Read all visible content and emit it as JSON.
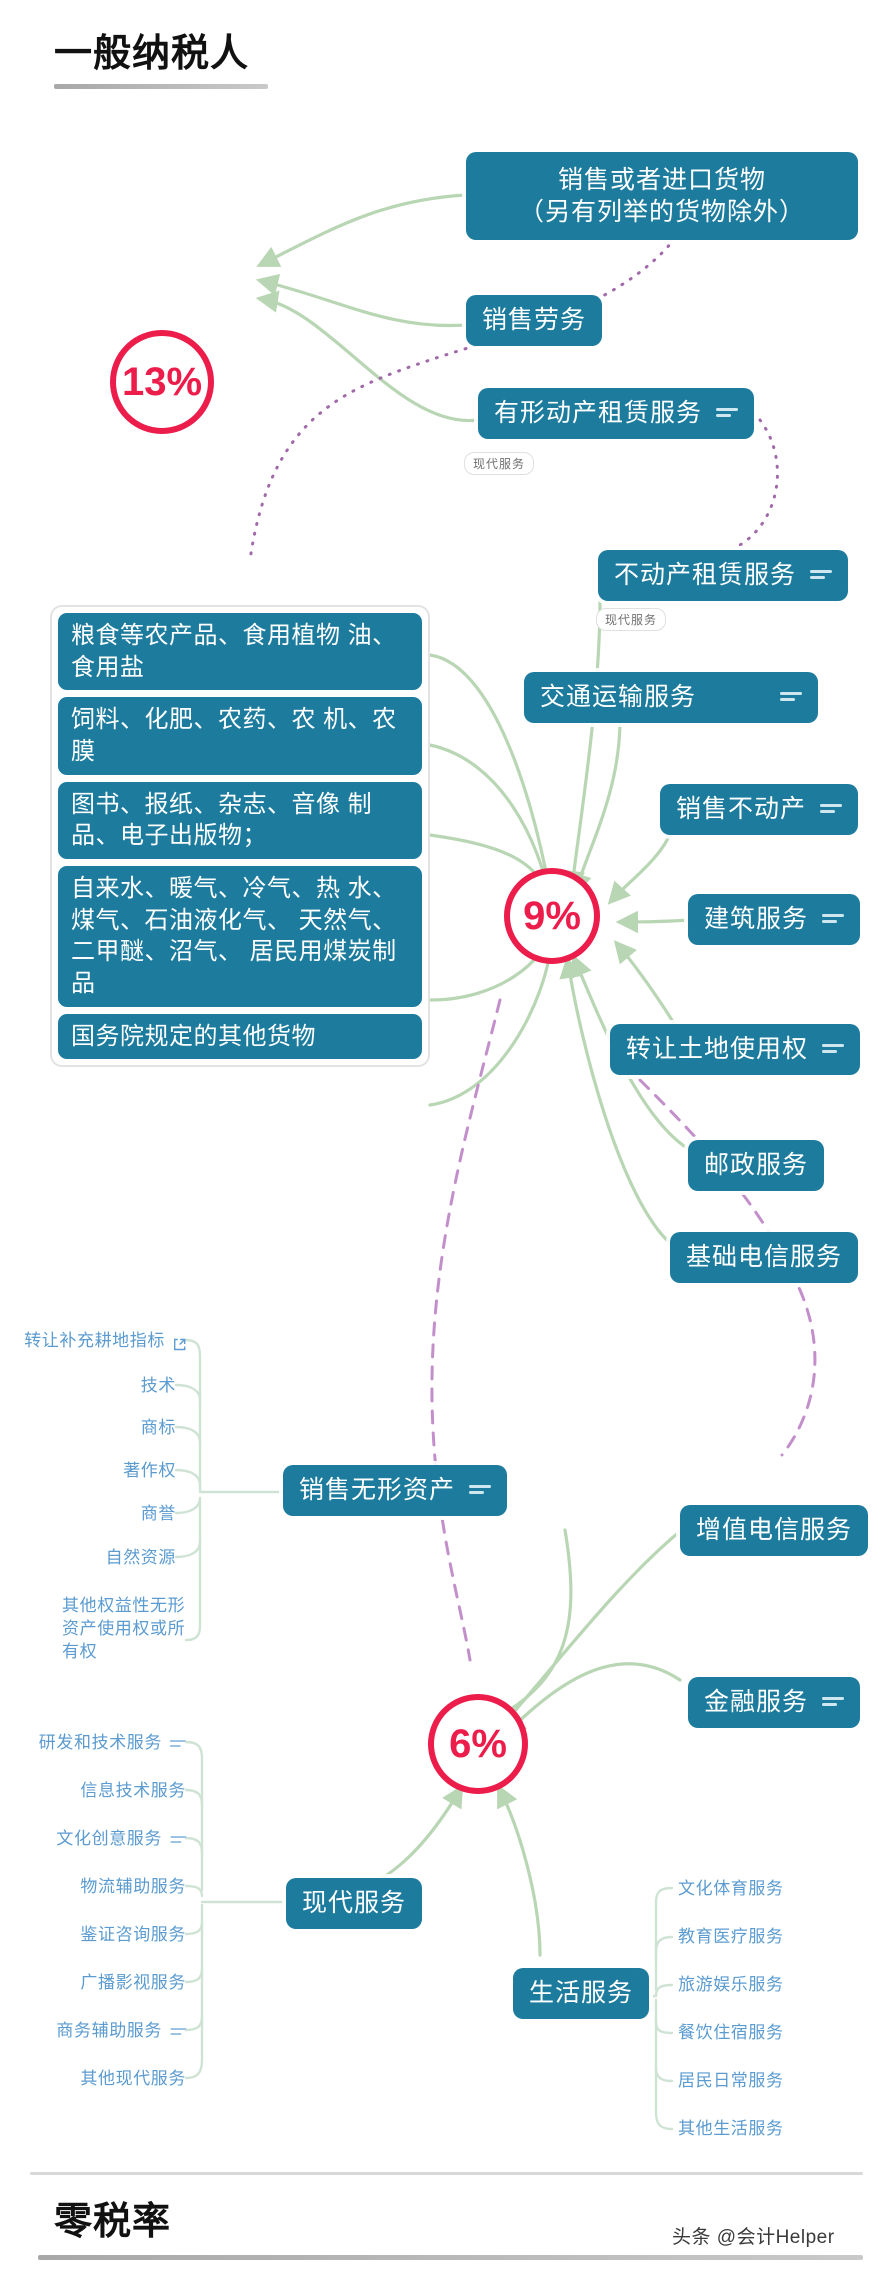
{
  "header": {
    "title": "一般纳税人"
  },
  "footer": {
    "title": "零税率",
    "watermark": "头条 @会计Helper"
  },
  "rates": {
    "r13": "13%",
    "r9": "9%",
    "r6": "6%"
  },
  "colors": {
    "node_blue": "#1d7c9e",
    "accent_pink": "#ec1c4b",
    "leaf_blue": "#5b9bd0",
    "link_green": "#b9d6b4",
    "link_purple": "#a06aa8"
  },
  "rate13": {
    "nodes": [
      {
        "label": "销售或者进口货物\n（另有列举的货物除外）",
        "has_menu": false
      },
      {
        "label": "销售劳务",
        "has_menu": false
      },
      {
        "label": "有形动产租赁服务",
        "has_menu": true
      }
    ],
    "tag": "现代服务"
  },
  "rate9": {
    "goods_panel": [
      "粮食等农产品、食用植物\n油、食用盐",
      "饲料、化肥、农药、农\n机、农膜",
      "图书、报纸、杂志、音像\n制品、电子出版物；",
      "自来水、暖气、冷气、热\n水、煤气、石油液化气、\n天然气、二甲醚、沼气、\n居民用煤炭制品",
      "国务院规定的其他货物"
    ],
    "services": [
      {
        "label": "不动产租赁服务",
        "has_menu": true,
        "tag": "现代服务"
      },
      {
        "label": "交通运输服务",
        "has_menu": true
      },
      {
        "label": "销售不动产",
        "has_menu": true
      },
      {
        "label": "建筑服务",
        "has_menu": true
      },
      {
        "label": "转让土地使用权",
        "has_menu": true
      },
      {
        "label": "邮政服务",
        "has_menu": false
      },
      {
        "label": "基础电信服务",
        "has_menu": false
      }
    ]
  },
  "rate6": {
    "intangible_node": {
      "label": "销售无形资产",
      "has_menu": true
    },
    "intangible_leaves": [
      {
        "label": "转让补充耕地指标",
        "icon": "external-link-icon"
      },
      {
        "label": "技术",
        "icon": null
      },
      {
        "label": "商标",
        "icon": null
      },
      {
        "label": "著作权",
        "icon": null
      },
      {
        "label": "商誉",
        "icon": null
      },
      {
        "label": "自然资源",
        "icon": null
      },
      {
        "label": "其他权益性无形\n资产使用权或所\n有权",
        "icon": null
      }
    ],
    "modern_node": {
      "label": "现代服务",
      "has_menu": false
    },
    "modern_leaves": [
      {
        "label": "研发和技术服务",
        "has_menu": true
      },
      {
        "label": "信息技术服务",
        "has_menu": false
      },
      {
        "label": "文化创意服务",
        "has_menu": true
      },
      {
        "label": "物流辅助服务",
        "has_menu": false
      },
      {
        "label": "鉴证咨询服务",
        "has_menu": false
      },
      {
        "label": "广播影视服务",
        "has_menu": false
      },
      {
        "label": "商务辅助服务",
        "has_menu": true
      },
      {
        "label": "其他现代服务",
        "has_menu": false
      }
    ],
    "life_node": {
      "label": "生活服务",
      "has_menu": false
    },
    "life_leaves": [
      "文化体育服务",
      "教育医疗服务",
      "旅游娱乐服务",
      "餐饮住宿服务",
      "居民日常服务",
      "其他生活服务"
    ],
    "right_nodes": [
      {
        "label": "增值电信服务",
        "has_menu": false
      },
      {
        "label": "金融服务",
        "has_menu": true
      }
    ]
  }
}
